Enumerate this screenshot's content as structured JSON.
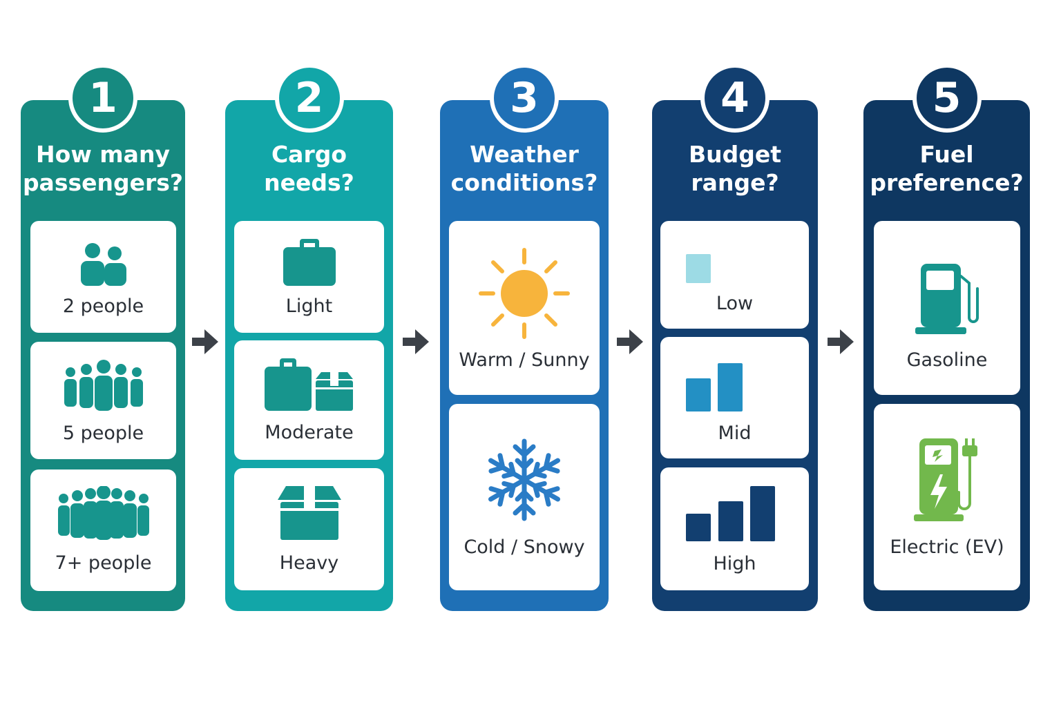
{
  "steps": [
    {
      "number": "1",
      "title_line1": "How many",
      "title_line2": "passengers?",
      "options": [
        {
          "label": "2 people",
          "icon": "two-people-icon"
        },
        {
          "label": "5 people",
          "icon": "five-people-icon"
        },
        {
          "label": "7+ people",
          "icon": "seven-people-icon"
        }
      ]
    },
    {
      "number": "2",
      "title_line1": "Cargo",
      "title_line2": "needs?",
      "options": [
        {
          "label": "Light",
          "icon": "briefcase-icon"
        },
        {
          "label": "Moderate",
          "icon": "luggage-and-box-icon"
        },
        {
          "label": "Heavy",
          "icon": "large-box-icon"
        }
      ]
    },
    {
      "number": "3",
      "title_line1": "Weather",
      "title_line2": "conditions?",
      "options": [
        {
          "label": "Warm / Sunny",
          "icon": "sun-icon"
        },
        {
          "label": "Cold / Snowy",
          "icon": "snowflake-icon"
        }
      ]
    },
    {
      "number": "4",
      "title_line1": "Budget",
      "title_line2": "range?",
      "options": [
        {
          "label": "Low",
          "icon": "one-bar-icon"
        },
        {
          "label": "Mid",
          "icon": "two-bars-icon"
        },
        {
          "label": "High",
          "icon": "three-bars-icon"
        }
      ]
    },
    {
      "number": "5",
      "title_line1": "Fuel",
      "title_line2": "preference?",
      "options": [
        {
          "label": "Gasoline",
          "icon": "gas-pump-icon"
        },
        {
          "label": "Electric (EV)",
          "icon": "ev-charger-icon"
        }
      ]
    }
  ],
  "colors": {
    "step1": "#168a80",
    "step2": "#12a6a8",
    "step3": "#1f70b6",
    "step4": "#123f70",
    "step5": "#0e3761",
    "icon_teal": "#17958d",
    "sun": "#f7b43c",
    "snow": "#2a7cc6",
    "ev_green": "#72b84c",
    "bar_light": "#9ddbe5",
    "bar_mid": "#2390c4",
    "bar_dark": "#123f70",
    "arrow": "#3c4148"
  }
}
